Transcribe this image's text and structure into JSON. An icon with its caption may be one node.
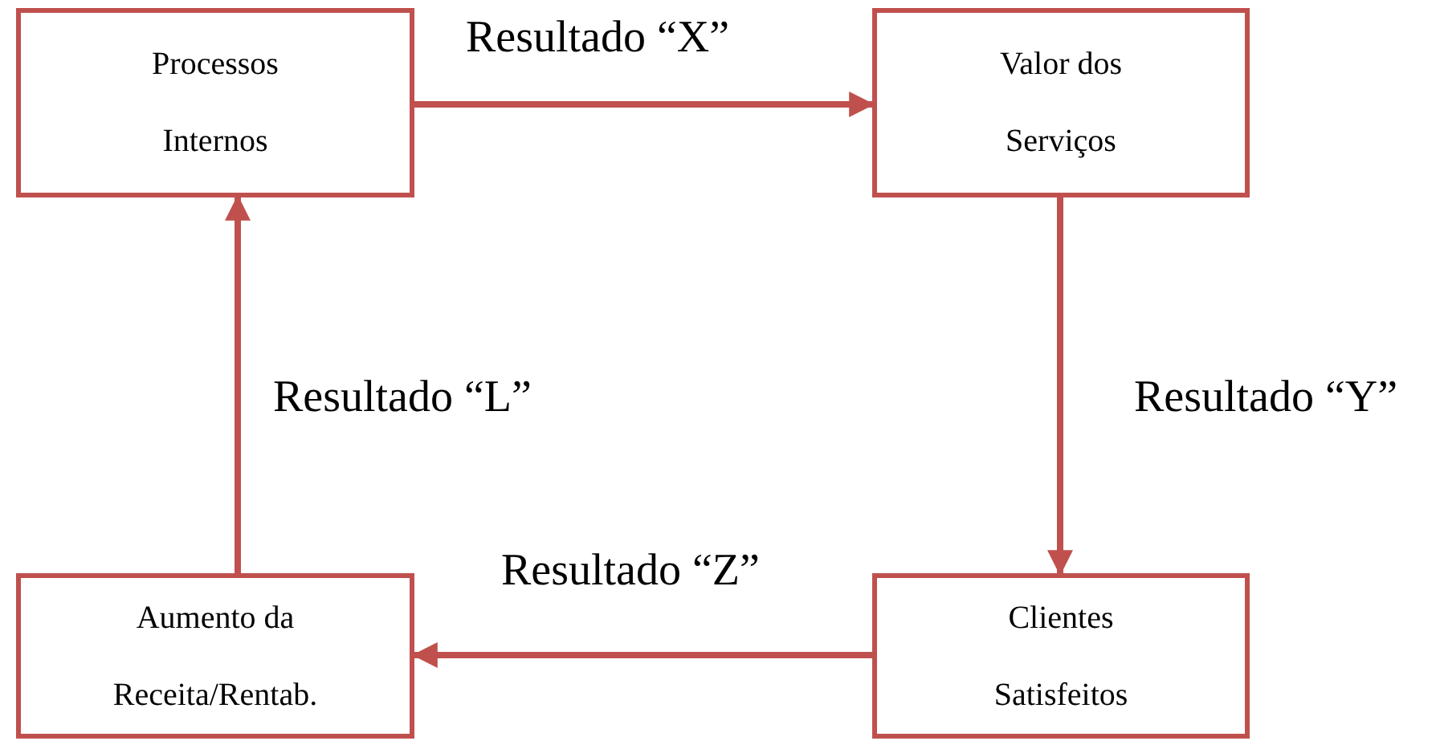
{
  "diagram": {
    "nodes": [
      {
        "text": [
          "Processos Internos"
        ]
      },
      {
        "text": [
          "Valor dos Serviços"
        ]
      },
      {
        "text": [
          "Clientes Satisfeitos"
        ]
      },
      {
        "text": [
          "Aumento da Receita/Rentab."
        ]
      }
    ],
    "edges": [
      {
        "from": 0,
        "to": 1,
        "arrow": "to",
        "label": "Resultado “X”"
      },
      {
        "from": 1,
        "to": 2,
        "arrow": "to",
        "label": "Resultado “Y”"
      },
      {
        "from": 2,
        "to": 3,
        "arrow": "to",
        "label": "Resultado “Z”"
      },
      {
        "from": 3,
        "to": 0,
        "arrow": "to",
        "label": "Resultado “L”"
      }
    ]
  }
}
